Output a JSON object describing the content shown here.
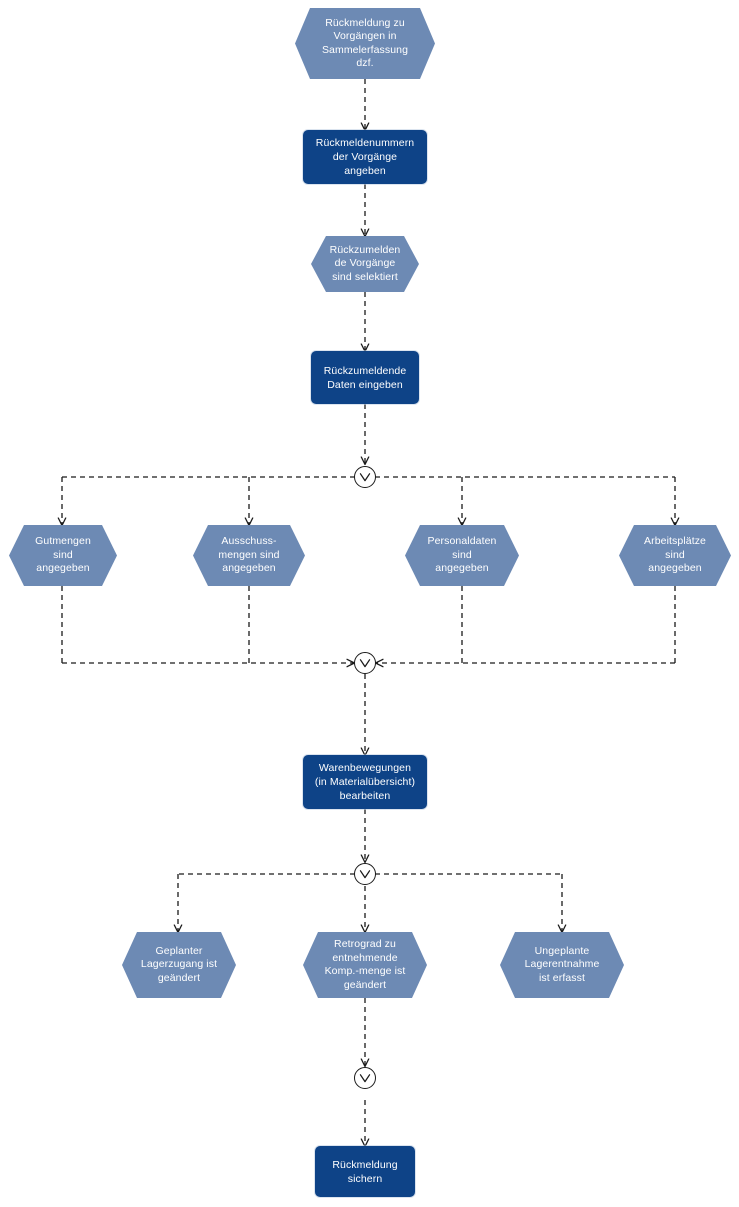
{
  "diagram": {
    "type": "epc-flowchart",
    "title": "Rückmeldung zu Vorgängen in Sammelerfassung dzf.",
    "background_color": "#ffffff",
    "event_color": "#6d8ab4",
    "function_color": "#0e4387",
    "edge_color": "#1a1a1a",
    "edge_style": "dashed",
    "connector_symbol": "XOR"
  },
  "nodes": {
    "event_start": {
      "label": "Rückmeldung zu\nVorgängen in\nSammelerfassung\ndzf.",
      "kind": "event"
    },
    "task_rueckmeldenummern": {
      "label": "Rückmeldenummern\nder Vorgänge\nangeben",
      "kind": "function"
    },
    "event_selektiert": {
      "label": "Rückzumelden\nde Vorgänge\nsind selektiert",
      "kind": "event"
    },
    "task_daten_eingeben": {
      "label": "Rückzumeldende\nDaten eingeben",
      "kind": "function"
    },
    "event_gutmengen": {
      "label": "Gutmengen\nsind\nangegeben",
      "kind": "event"
    },
    "event_ausschuss": {
      "label": "Ausschuss-\nmengen sind\nangegeben",
      "kind": "event"
    },
    "event_personaldaten": {
      "label": "Personaldaten\nsind\nangegeben",
      "kind": "event"
    },
    "event_arbeitsplaetze": {
      "label": "Arbeitsplätze\nsind\nangegeben",
      "kind": "event"
    },
    "task_warenbewegungen": {
      "label": "Warenbewegungen\n(in Materialübersicht)\nbearbeiten",
      "kind": "function"
    },
    "event_lagerzugang": {
      "label": "Geplanter\nLagerzugang ist\ngeändert",
      "kind": "event"
    },
    "event_retrograd": {
      "label": "Retrograd zu\nentnehmende\nKomp.-menge ist\ngeändert",
      "kind": "event"
    },
    "event_lagerentnahme": {
      "label": "Ungeplante\nLagerentnahme\nist erfasst",
      "kind": "event"
    },
    "task_rueckmeldung_sichern": {
      "label": "Rückmeldung\nsichern",
      "kind": "function"
    }
  },
  "connectors": {
    "xor_split_1": {
      "symbol": "XOR"
    },
    "xor_join_1": {
      "symbol": "XOR"
    },
    "xor_split_2": {
      "symbol": "XOR"
    },
    "xor_join_2": {
      "symbol": "XOR"
    }
  }
}
